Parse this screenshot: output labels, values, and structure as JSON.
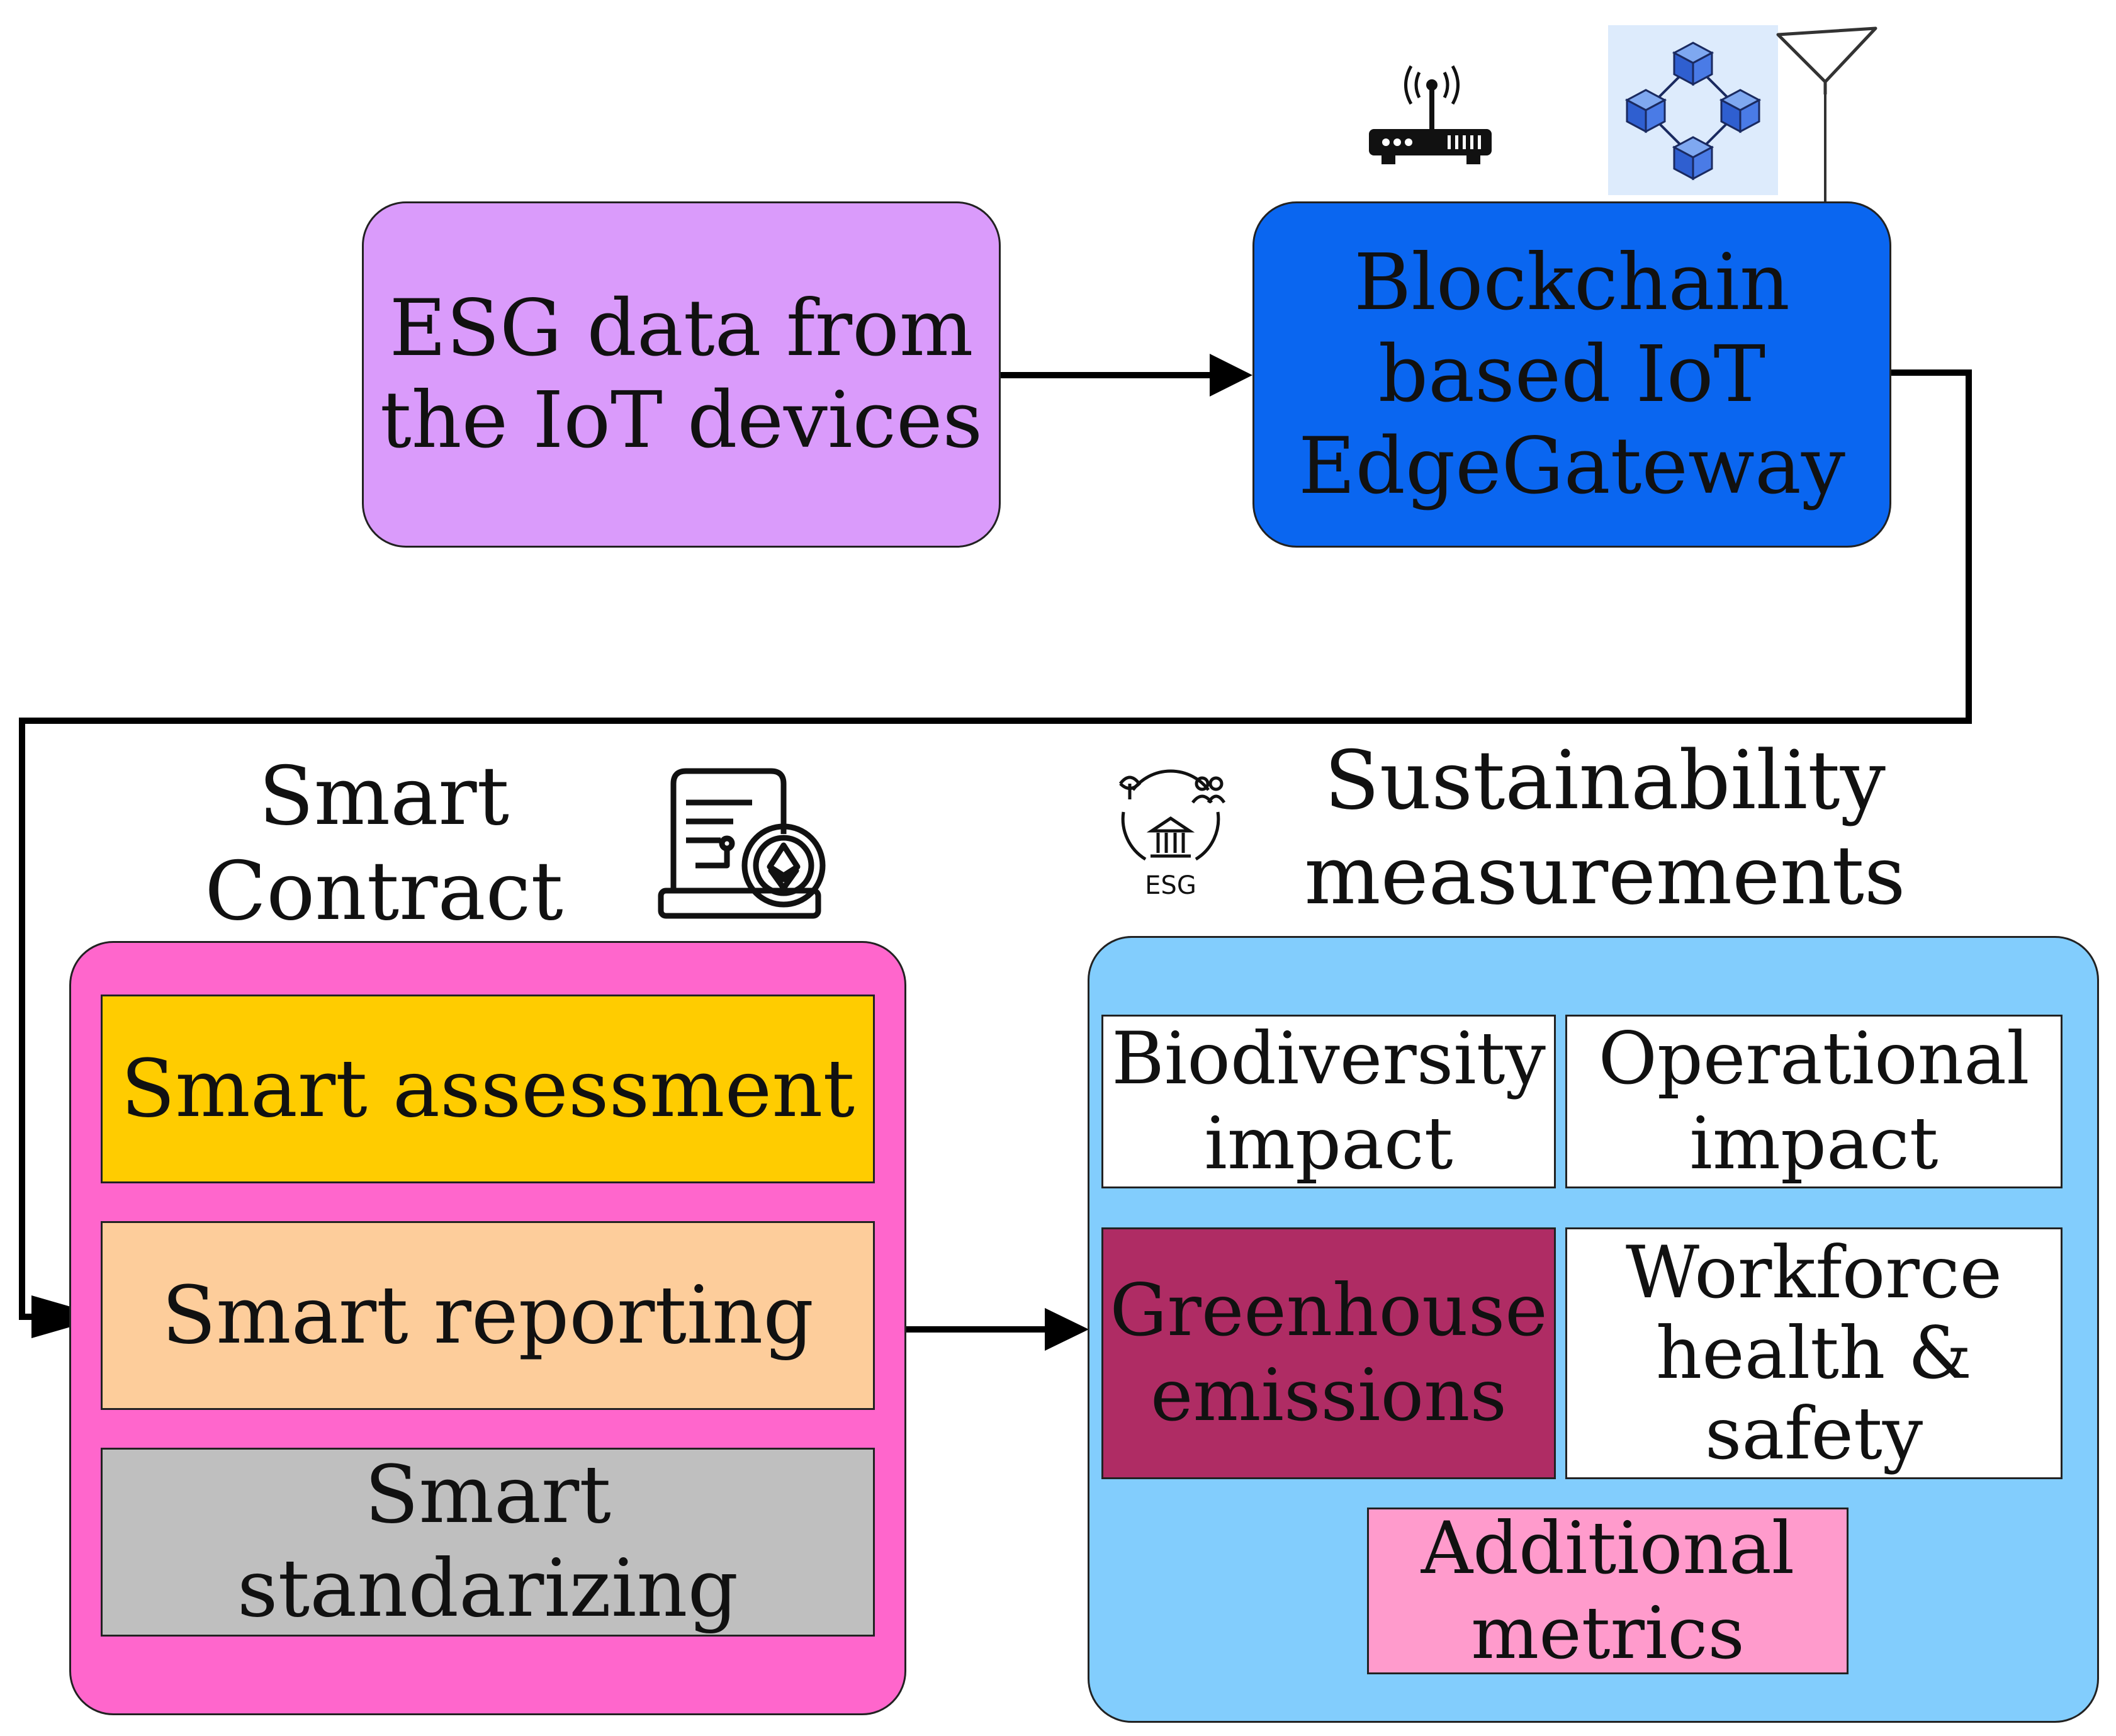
{
  "source_box": {
    "lines": [
      "ESG data from",
      "the IoT devices"
    ],
    "color": "#DA9BFB"
  },
  "gateway_box": {
    "lines": [
      "Blockchain",
      "based IoT",
      "EdgeGateway"
    ],
    "color": "#0A66F0"
  },
  "smart_contract": {
    "title_lines": [
      "Smart",
      "Contract"
    ],
    "color": "#FF66CC",
    "items": [
      {
        "label": "Smart assessment",
        "color": "#FFCC00"
      },
      {
        "label": "Smart reporting",
        "color": "#FDCD9B"
      },
      {
        "label": "Smart standarizing",
        "color": "#BFBFBF"
      }
    ]
  },
  "sustainability": {
    "title_lines": [
      "Sustainability",
      "measurements"
    ],
    "color": "#82CDFD",
    "esg_icon_label": "ESG",
    "cells": [
      {
        "lines": [
          "Biodiversity",
          "impact"
        ],
        "color": "#FFFFFF"
      },
      {
        "lines": [
          "Operational",
          "impact"
        ],
        "color": "#FFFFFF"
      },
      {
        "lines": [
          "Greenhouse",
          "emissions"
        ],
        "color": "#AF2C64"
      },
      {
        "lines": [
          "Workforce",
          "health &",
          "safety"
        ],
        "color": "#FFFFFF"
      },
      {
        "lines": [
          "Additional",
          "metrics"
        ],
        "color": "#FF9BCC"
      }
    ]
  },
  "icons": [
    "router-icon",
    "blockchain-network-icon",
    "antenna-icon",
    "smart-contract-icon",
    "esg-cycle-icon"
  ]
}
